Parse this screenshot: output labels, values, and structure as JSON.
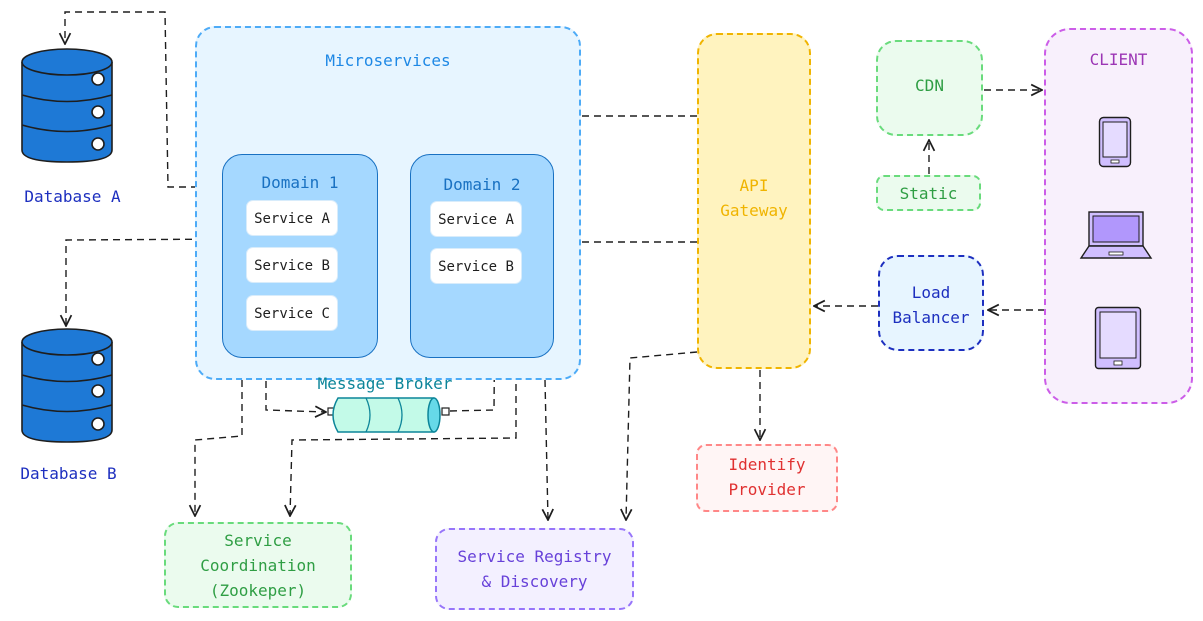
{
  "colors": {
    "microservices": "#1e88e5",
    "domain": "#1971c2",
    "broker": "#0c8599",
    "gateway": "#f0b400",
    "client": "#9c36b5",
    "cdn": "#2f9e44",
    "loadbalancer": "#1d2fbf",
    "identify": "#e03131",
    "coordination": "#2f9e44",
    "registry": "#6741d9",
    "database": "#1e79d6",
    "database_label": "#1d2fbf"
  },
  "microservices": {
    "title": "Microservices",
    "domain1": {
      "title": "Domain 1",
      "services": [
        "Service A",
        "Service B",
        "Service C"
      ]
    },
    "domain2": {
      "title": "Domain 2",
      "services": [
        "Service A",
        "Service B"
      ]
    }
  },
  "message_broker": {
    "label": "Message Broker"
  },
  "databases": {
    "a": "Database A",
    "b": "Database B"
  },
  "api_gateway": {
    "label": "API\nGateway"
  },
  "cdn": {
    "label": "CDN"
  },
  "static": {
    "label": "Static"
  },
  "load_balancer": {
    "label": "Load\nBalancer"
  },
  "client": {
    "title": "CLIENT",
    "devices": [
      "phone-icon",
      "laptop-icon",
      "tablet-icon"
    ]
  },
  "identify_provider": {
    "label": "Identify\nProvider"
  },
  "service_coordination": {
    "label": "Service\nCoordination\n(Zookeper)"
  },
  "service_registry": {
    "label": "Service Registry\n& Discovery"
  }
}
